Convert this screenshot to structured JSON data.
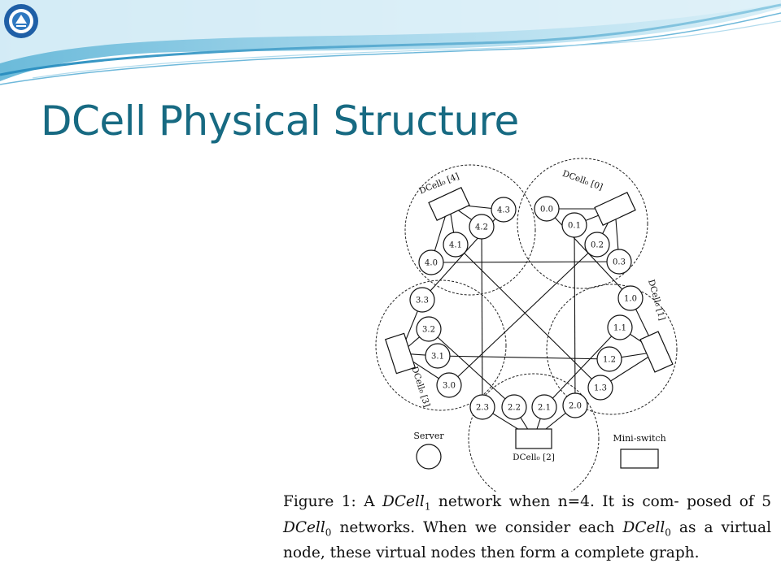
{
  "slide": {
    "title": "DCell Physical Structure"
  },
  "figure": {
    "cells": [
      {
        "label": "DCell₀ [0]",
        "nodes": [
          "0.0",
          "0.1",
          "0.2",
          "0.3"
        ]
      },
      {
        "label": "DCell₀ [1]",
        "nodes": [
          "1.0",
          "1.1",
          "1.2",
          "1.3"
        ]
      },
      {
        "label": "DCell₀ [2]",
        "nodes": [
          "2.0",
          "2.1",
          "2.2",
          "2.3"
        ]
      },
      {
        "label": "DCell₀ [3]",
        "nodes": [
          "3.0",
          "3.1",
          "3.2",
          "3.3"
        ]
      },
      {
        "label": "DCell₀ [4]",
        "nodes": [
          "4.0",
          "4.1",
          "4.2",
          "4.3"
        ]
      }
    ],
    "links": [
      [
        "0.0",
        "1.0"
      ],
      [
        "0.1",
        "2.0"
      ],
      [
        "0.2",
        "3.0"
      ],
      [
        "0.3",
        "4.0"
      ],
      [
        "1.1",
        "2.1"
      ],
      [
        "1.2",
        "3.1"
      ],
      [
        "1.3",
        "4.1"
      ],
      [
        "2.2",
        "3.2"
      ],
      [
        "2.3",
        "4.2"
      ],
      [
        "3.3",
        "4.3"
      ]
    ],
    "legend": {
      "server_label": "Server",
      "switch_label": "Mini-switch"
    },
    "caption": {
      "fig": "Figure 1:",
      "a": "A",
      "dcell": "DCell",
      "sub1": "1",
      "line1_rest": "network when n=4.  It is com-",
      "line2_pre": "posed of 5",
      "sub0": "0",
      "line2_rest": "networks.  When we consider each",
      "line3_rest": "as a virtual node, these virtual nodes then",
      "line4": "form a complete graph."
    }
  }
}
